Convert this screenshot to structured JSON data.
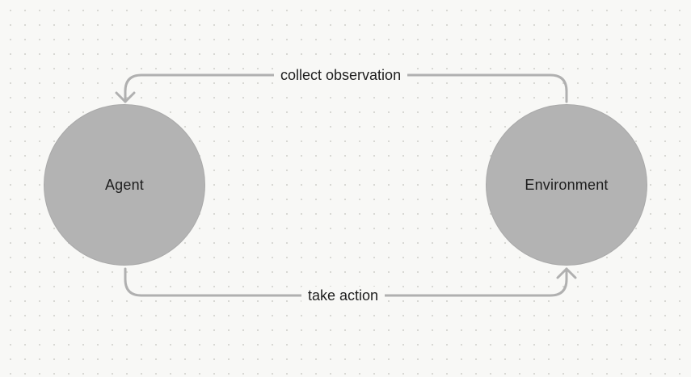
{
  "nodes": {
    "agent": {
      "label": "Agent",
      "fill": "#b3b3b3"
    },
    "environment": {
      "label": "Environment",
      "fill": "#b3b3b3"
    }
  },
  "edges": {
    "observation": {
      "label": "collect observation",
      "from": "Environment",
      "to": "Agent"
    },
    "action": {
      "label": "take action",
      "from": "Agent",
      "to": "Environment"
    }
  },
  "colors": {
    "background": "#f8f8f6",
    "node_fill": "#b3b3b3",
    "connector": "#b0b0b0",
    "text": "#1e1e1e"
  }
}
